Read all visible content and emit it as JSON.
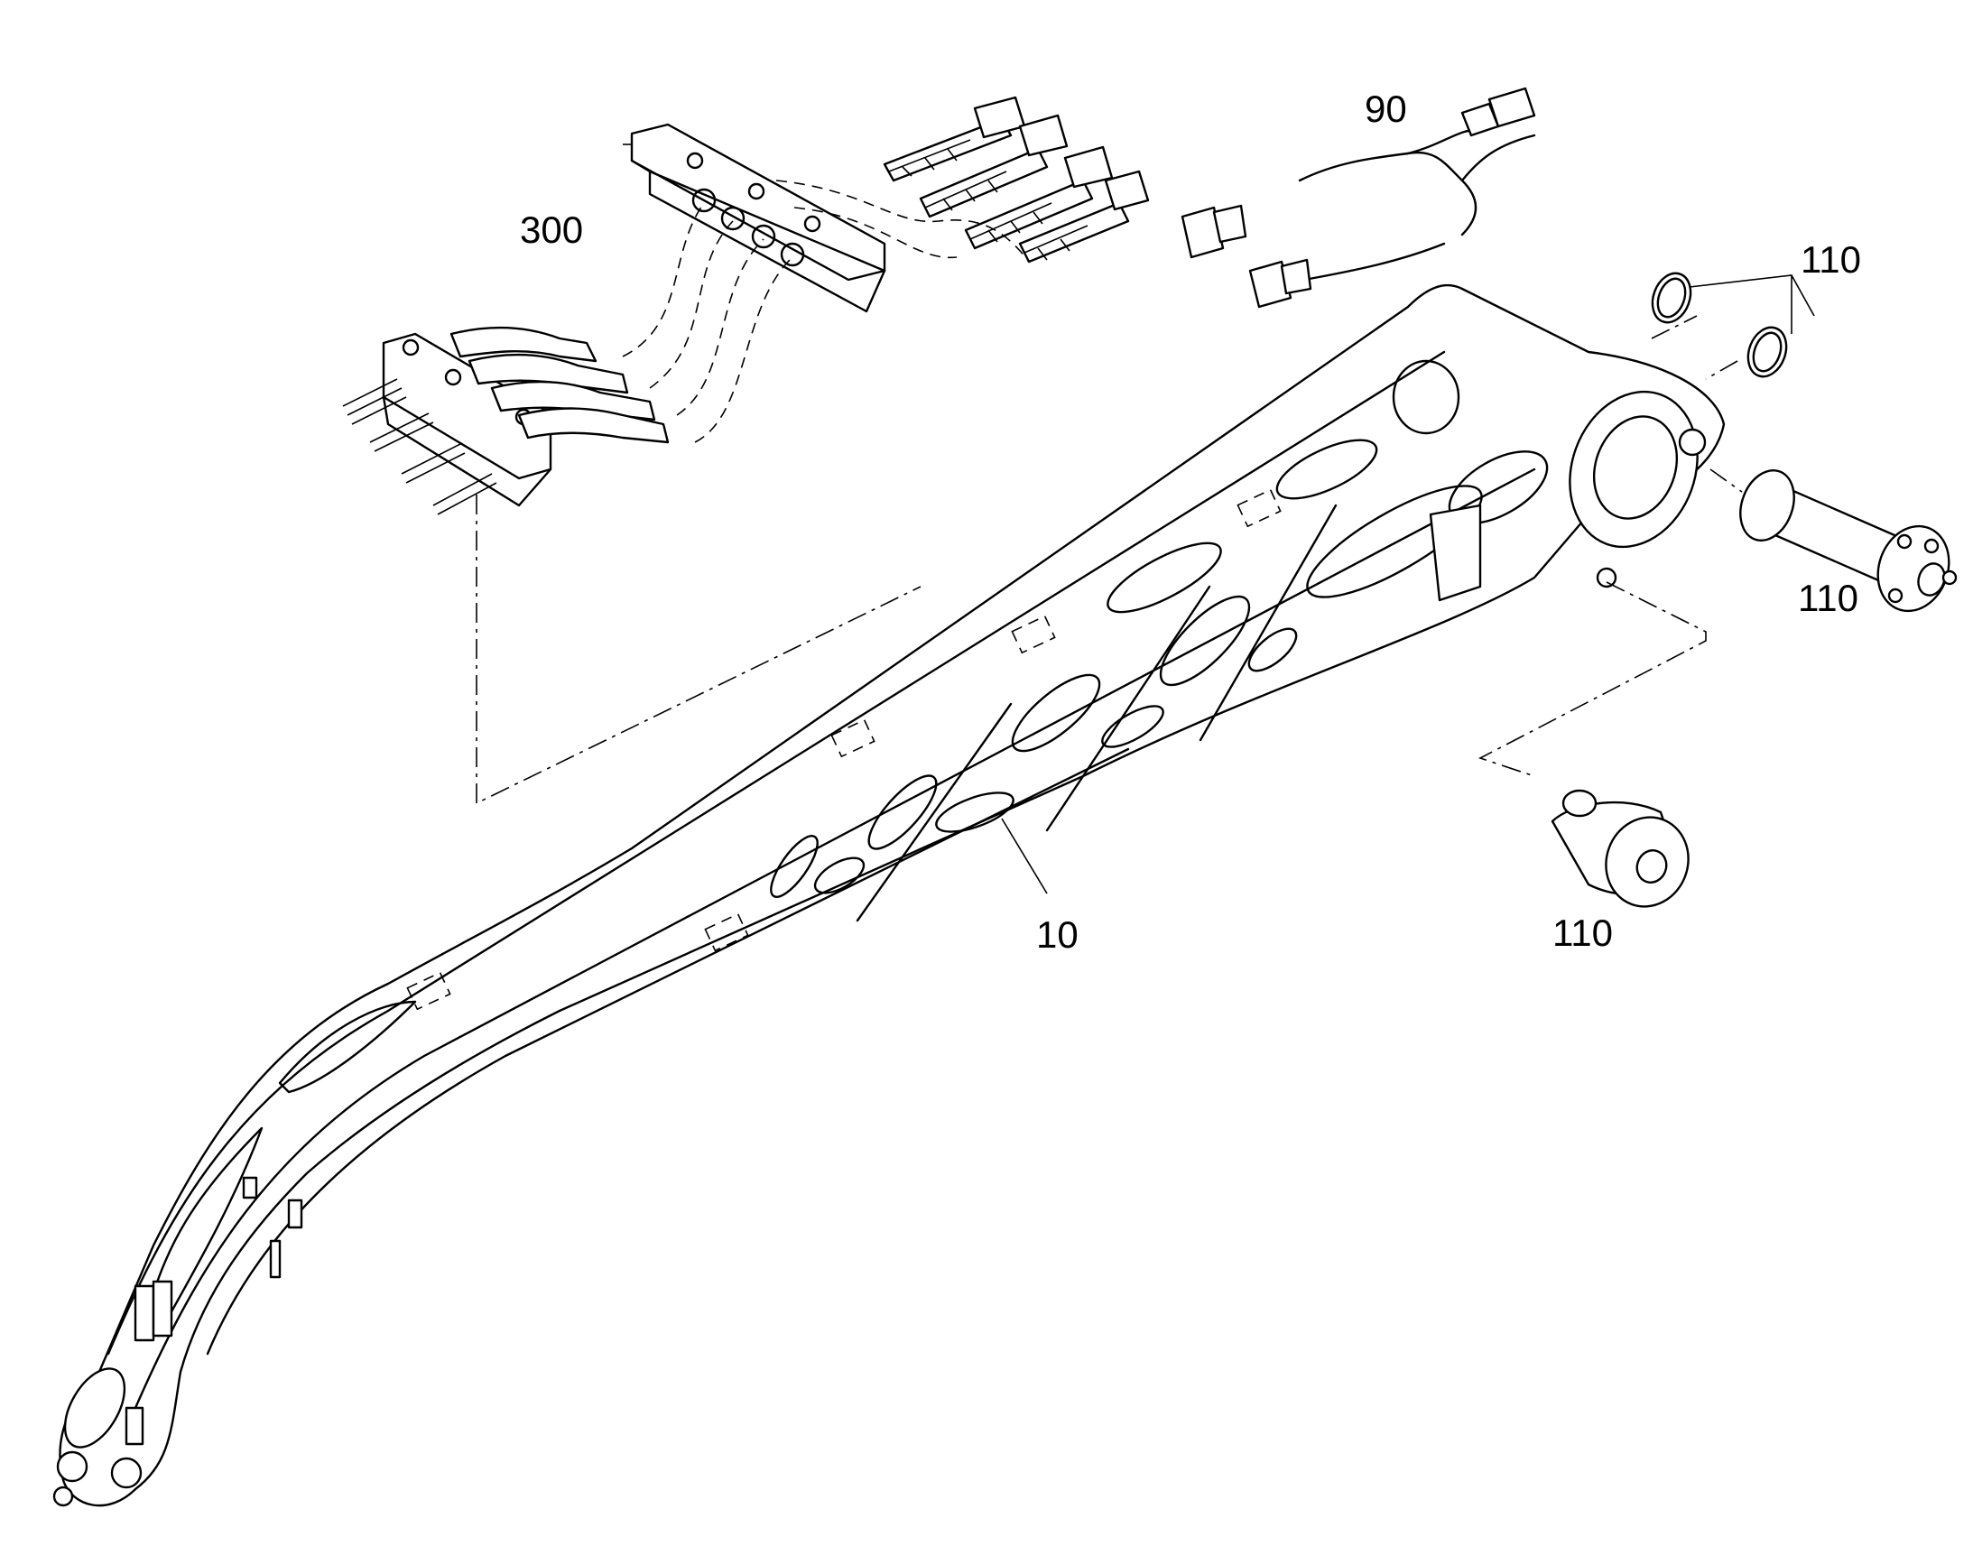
{
  "callouts": {
    "boom": "10",
    "wiring_harness": "90",
    "pin_seal_upper": "110",
    "pin_right": "110",
    "pin_lower": "110",
    "hose_block": "300"
  }
}
